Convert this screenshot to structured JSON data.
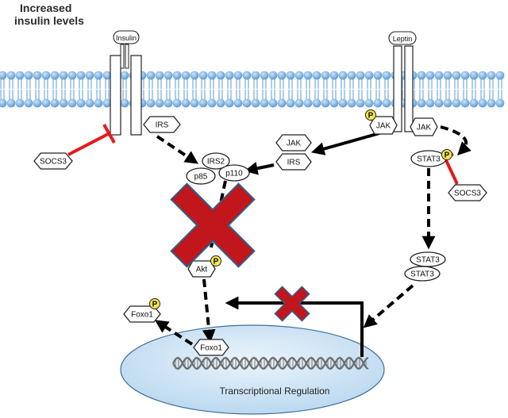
{
  "title": {
    "line1": "Increased",
    "line2": "insulin levels"
  },
  "receptors": {
    "insulin": "Insulin",
    "leptin": "Leptin"
  },
  "molecules": {
    "irs_left": "IRS",
    "socs3_left": "SOCS3",
    "irs2": "IRS2",
    "p85": "p85",
    "p110": "p110",
    "jak_mid": "JAK",
    "irs_mid": "IRS",
    "jak_left": "JAK",
    "jak_right": "JAK",
    "stat3_p": "STAT3",
    "socs3_right": "SOCS3",
    "stat3_top": "STAT3",
    "stat3_bottom": "STAT3",
    "akt": "Akt",
    "foxo1_out": "Foxo1",
    "foxo1_nuc": "Foxo1"
  },
  "phospho_label": "P",
  "nucleus_label": "Transcriptional Regulation",
  "colors": {
    "membrane": "#5b9bd5",
    "membrane_light": "#a9cdf0",
    "nucleus_fill": "#d6e8f6",
    "nucleus_stroke": "#3a6f9f",
    "inhibition": "#e31a1c",
    "block_x": "#c0161c",
    "block_x_outline": "#2f5f8a",
    "phospho": "#f5e64a",
    "arrow": "#000000"
  }
}
